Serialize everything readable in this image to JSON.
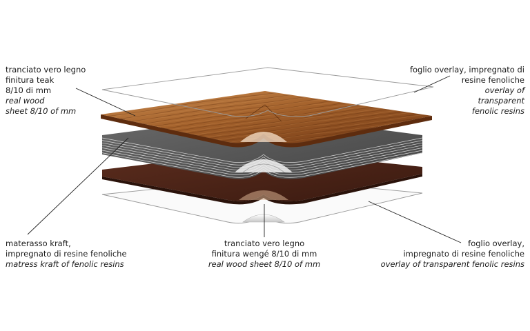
{
  "labels": {
    "top_left": {
      "line1": "tranciato vero legno",
      "line2": "finitura teak",
      "line3": "8/10 di mm",
      "line4": "real wood",
      "line5": "sheet 8/10 of mm"
    },
    "top_right": {
      "line1": "foglio overlay, impregnato di",
      "line2": "resine fenoliche",
      "line3": "overlay of",
      "line4": "transparent",
      "line5": "fenolic resins"
    },
    "bottom_left": {
      "line1": "materasso kraft,",
      "line2": "impregnato di resine fenoliche",
      "line3": "matress kraft of fenolic resins"
    },
    "bottom_center": {
      "line1": "tranciato vero legno",
      "line2": "finitura wengé 8/10 di mm",
      "line3": "real wood sheet 8/10 of mm"
    },
    "bottom_right": {
      "line1": "foglio overlay,",
      "line2": "impregnato di resine fenoliche",
      "line3": "overlay of transparent fenolic resins"
    }
  },
  "colors": {
    "teak_light": "#b8743a",
    "teak_dark": "#7a3d16",
    "kraft": "#5a5a5a",
    "wenge": "#4a2418",
    "overlay": "#f7f7f7",
    "leader_line": "#222222"
  }
}
